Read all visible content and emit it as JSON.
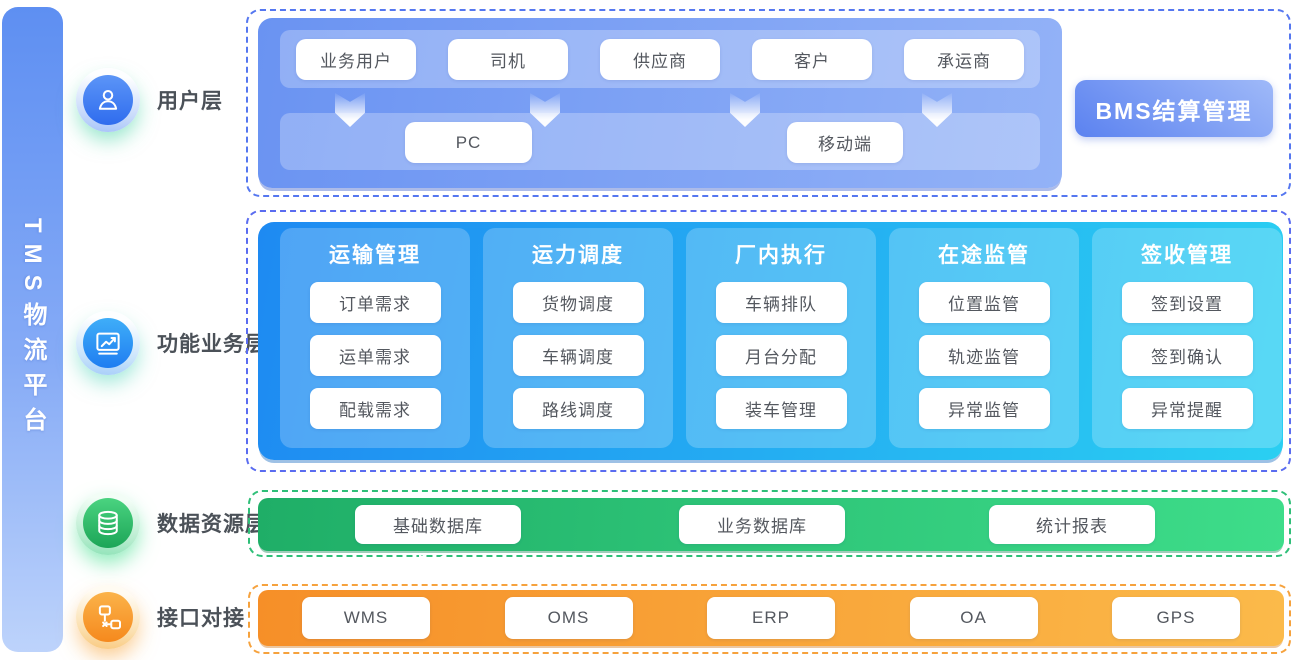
{
  "platform_title": "TMS物流平台",
  "layers": [
    {
      "label": "用户层",
      "icon": "user-icon"
    },
    {
      "label": "功能业务层",
      "icon": "chart-icon"
    },
    {
      "label": "数据资源层",
      "icon": "database-icon"
    },
    {
      "label": "接口对接",
      "icon": "network-icon"
    }
  ],
  "user_layer": {
    "roles": [
      "业务用户",
      "司机",
      "供应商",
      "客户",
      "承运商"
    ],
    "terminals": [
      "PC",
      "移动端"
    ],
    "side_button": "BMS结算管理"
  },
  "business_layer": {
    "columns": [
      {
        "title": "运输管理",
        "items": [
          "订单需求",
          "运单需求",
          "配载需求"
        ]
      },
      {
        "title": "运力调度",
        "items": [
          "货物调度",
          "车辆调度",
          "路线调度"
        ]
      },
      {
        "title": "厂内执行",
        "items": [
          "车辆排队",
          "月台分配",
          "装车管理"
        ]
      },
      {
        "title": "在途监管",
        "items": [
          "位置监管",
          "轨迹监管",
          "异常监管"
        ]
      },
      {
        "title": "签收管理",
        "items": [
          "签到设置",
          "签到确认",
          "异常提醒"
        ]
      }
    ]
  },
  "data_layer": {
    "items": [
      "基础数据库",
      "业务数据库",
      "统计报表"
    ]
  },
  "interface_layer": {
    "items": [
      "WMS",
      "OMS",
      "ERP",
      "OA",
      "GPS"
    ]
  },
  "colors": {
    "rail_gradient": [
      "#5E8FF2",
      "#BDD3FB"
    ],
    "user_panel_gradient": [
      "#6A93F2",
      "#93B2F7"
    ],
    "business_panel_gradient": [
      "#1E8AF2",
      "#2ACFF2"
    ],
    "data_panel_gradient": [
      "#1FAE67",
      "#3EDD8A"
    ],
    "interface_panel_gradient": [
      "#F68F28",
      "#FBBA4A"
    ],
    "bms_button_gradient": [
      "#5B82F0",
      "#9FB9F8"
    ],
    "dashed_blue": "#5577F0",
    "dashed_green": "#2FBF78",
    "dashed_orange": "#F6A23D",
    "chip_text": "#54585F",
    "label_text": "#4B5158"
  }
}
